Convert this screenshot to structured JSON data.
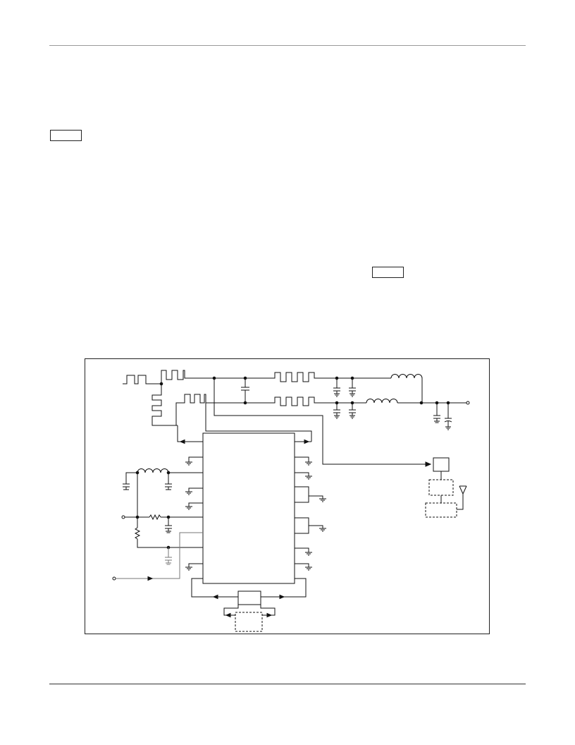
{
  "page": {
    "background": "#ffffff",
    "line_color": "#111111",
    "rule_color": "#9a9a9a"
  },
  "icons": {
    "capacitor": "capacitor-icon",
    "polarized_capacitor": "polarized-capacitor-icon",
    "inductor": "inductor-icon",
    "resistor": "resistor-icon",
    "ground": "ground-icon",
    "antenna": "antenna-icon",
    "terminal": "terminal-icon",
    "arrow": "arrow-icon",
    "pulse_waveform": "square-wave-icon"
  },
  "schematic": {
    "components": [
      "ic-main",
      "output-filter-inductor-1",
      "output-filter-inductor-2",
      "input-filter-inductor",
      "output-capacitors",
      "sense-resistor",
      "feedback-resistor",
      "control-block",
      "wireless-module",
      "antenna"
    ]
  }
}
